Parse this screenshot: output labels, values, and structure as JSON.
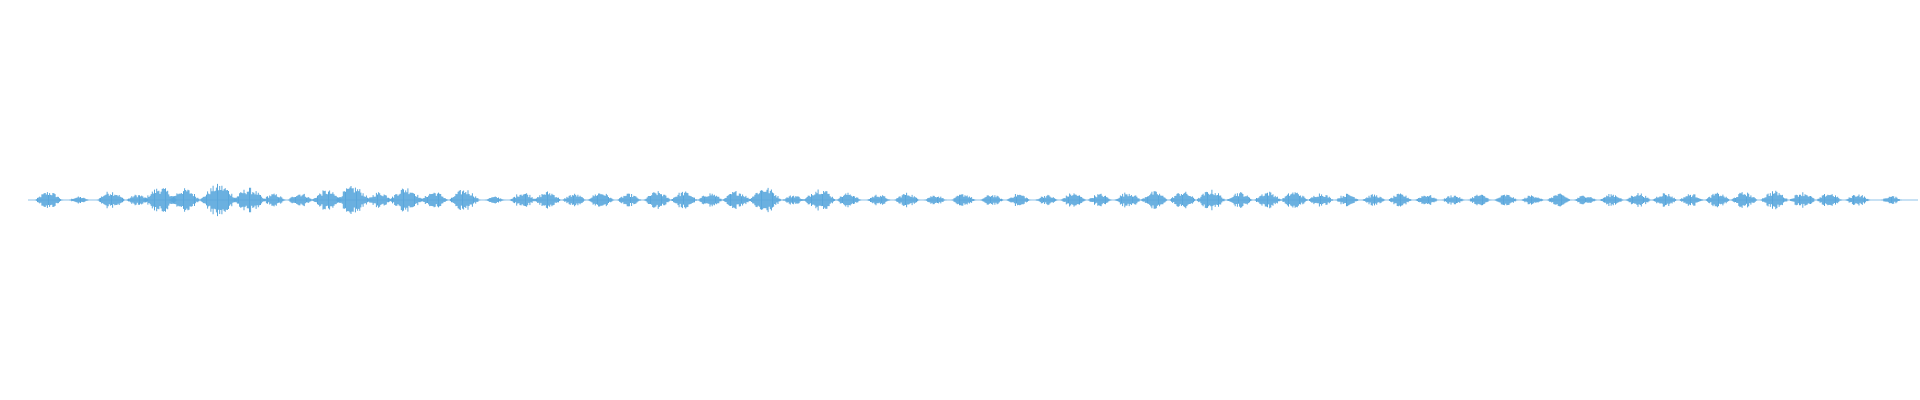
{
  "waveform": {
    "color": "#5aa7dc",
    "background": "#ffffff",
    "centerline_color": "#8fc3e8",
    "bursts": [
      {
        "p": 0.011,
        "a": 0.3
      },
      {
        "p": 0.027,
        "a": 0.12
      },
      {
        "p": 0.044,
        "a": 0.32
      },
      {
        "p": 0.058,
        "a": 0.2
      },
      {
        "p": 0.07,
        "a": 0.45
      },
      {
        "p": 0.083,
        "a": 0.4
      },
      {
        "p": 0.101,
        "a": 0.55
      },
      {
        "p": 0.117,
        "a": 0.42
      },
      {
        "p": 0.13,
        "a": 0.22
      },
      {
        "p": 0.144,
        "a": 0.25
      },
      {
        "p": 0.158,
        "a": 0.35
      },
      {
        "p": 0.172,
        "a": 0.48
      },
      {
        "p": 0.186,
        "a": 0.28
      },
      {
        "p": 0.2,
        "a": 0.45
      },
      {
        "p": 0.215,
        "a": 0.3
      },
      {
        "p": 0.231,
        "a": 0.38
      },
      {
        "p": 0.247,
        "a": 0.12
      },
      {
        "p": 0.262,
        "a": 0.28
      },
      {
        "p": 0.275,
        "a": 0.3
      },
      {
        "p": 0.289,
        "a": 0.22
      },
      {
        "p": 0.303,
        "a": 0.28
      },
      {
        "p": 0.318,
        "a": 0.22
      },
      {
        "p": 0.333,
        "a": 0.3
      },
      {
        "p": 0.347,
        "a": 0.3
      },
      {
        "p": 0.361,
        "a": 0.25
      },
      {
        "p": 0.375,
        "a": 0.32
      },
      {
        "p": 0.39,
        "a": 0.45
      },
      {
        "p": 0.405,
        "a": 0.18
      },
      {
        "p": 0.419,
        "a": 0.42
      },
      {
        "p": 0.434,
        "a": 0.25
      },
      {
        "p": 0.45,
        "a": 0.2
      },
      {
        "p": 0.465,
        "a": 0.25
      },
      {
        "p": 0.48,
        "a": 0.18
      },
      {
        "p": 0.495,
        "a": 0.22
      },
      {
        "p": 0.51,
        "a": 0.2
      },
      {
        "p": 0.524,
        "a": 0.22
      },
      {
        "p": 0.539,
        "a": 0.18
      },
      {
        "p": 0.553,
        "a": 0.25
      },
      {
        "p": 0.567,
        "a": 0.22
      },
      {
        "p": 0.582,
        "a": 0.28
      },
      {
        "p": 0.596,
        "a": 0.3
      },
      {
        "p": 0.611,
        "a": 0.3
      },
      {
        "p": 0.626,
        "a": 0.35
      },
      {
        "p": 0.641,
        "a": 0.28
      },
      {
        "p": 0.656,
        "a": 0.3
      },
      {
        "p": 0.67,
        "a": 0.3
      },
      {
        "p": 0.684,
        "a": 0.25
      },
      {
        "p": 0.698,
        "a": 0.22
      },
      {
        "p": 0.712,
        "a": 0.2
      },
      {
        "p": 0.726,
        "a": 0.22
      },
      {
        "p": 0.74,
        "a": 0.2
      },
      {
        "p": 0.754,
        "a": 0.18
      },
      {
        "p": 0.768,
        "a": 0.2
      },
      {
        "p": 0.782,
        "a": 0.2
      },
      {
        "p": 0.796,
        "a": 0.18
      },
      {
        "p": 0.81,
        "a": 0.22
      },
      {
        "p": 0.824,
        "a": 0.18
      },
      {
        "p": 0.838,
        "a": 0.22
      },
      {
        "p": 0.852,
        "a": 0.25
      },
      {
        "p": 0.866,
        "a": 0.25
      },
      {
        "p": 0.88,
        "a": 0.22
      },
      {
        "p": 0.894,
        "a": 0.25
      },
      {
        "p": 0.908,
        "a": 0.28
      },
      {
        "p": 0.924,
        "a": 0.32
      },
      {
        "p": 0.939,
        "a": 0.28
      },
      {
        "p": 0.953,
        "a": 0.25
      },
      {
        "p": 0.968,
        "a": 0.22
      },
      {
        "p": 0.986,
        "a": 0.14
      }
    ]
  }
}
